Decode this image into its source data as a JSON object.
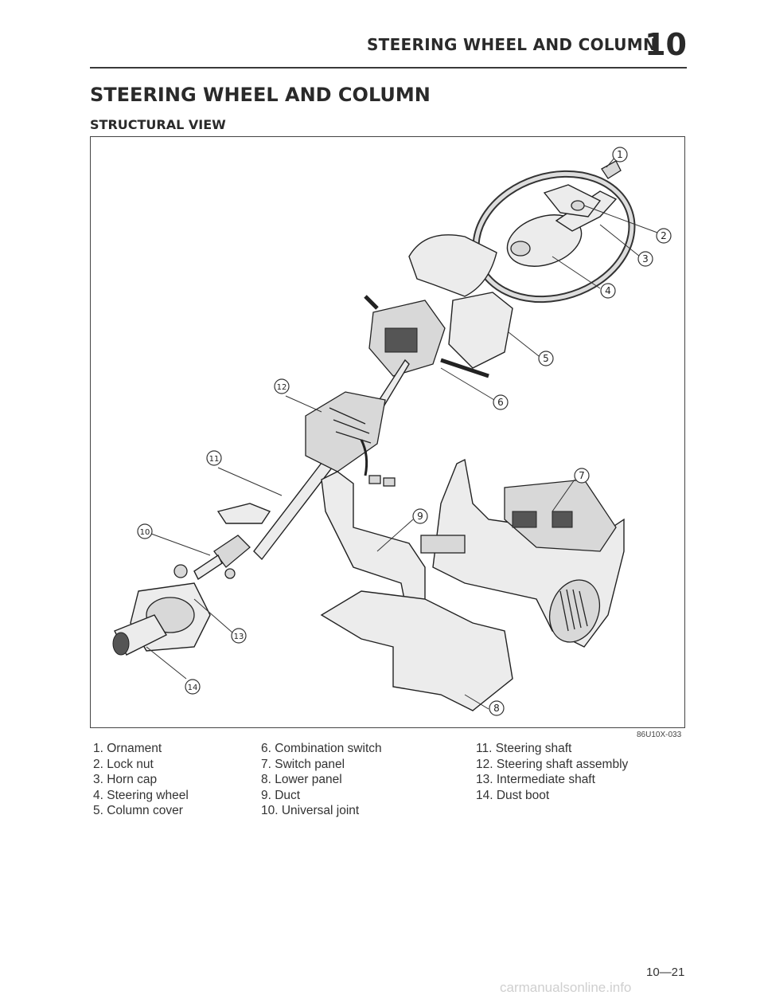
{
  "header": {
    "title": "STEERING WHEEL AND COLUMN",
    "chapter": "10"
  },
  "section_title": "STEERING WHEEL AND COLUMN",
  "subsection_title": "STRUCTURAL VIEW",
  "figure_id": "86U10X-033",
  "callouts": [
    "1",
    "2",
    "3",
    "4",
    "5",
    "6",
    "7",
    "8",
    "9",
    "10",
    "11",
    "12",
    "13",
    "14"
  ],
  "legend": {
    "col1": [
      "1. Ornament",
      "2. Lock nut",
      "3. Horn cap",
      "4. Steering wheel",
      "5. Column cover"
    ],
    "col2": [
      "6. Combination switch",
      "7. Switch panel",
      "8. Lower panel",
      "9. Duct",
      "10. Universal joint"
    ],
    "col3": [
      "11. Steering shaft",
      "12. Steering shaft assembly",
      "13. Intermediate shaft",
      "14. Dust boot"
    ]
  },
  "page_number": "10—21",
  "watermark": "carmanualsonline.info"
}
